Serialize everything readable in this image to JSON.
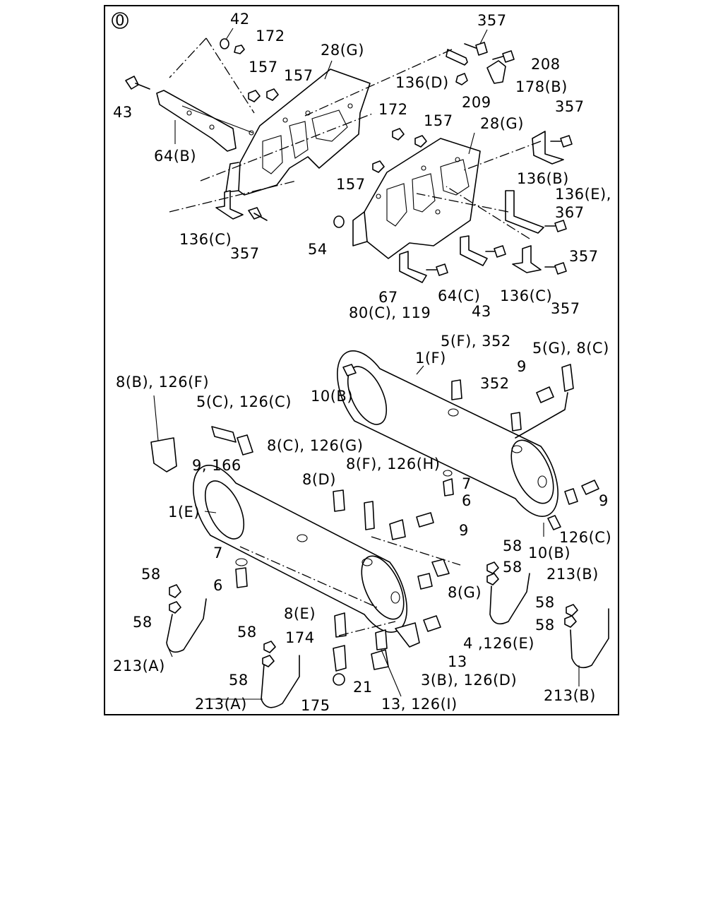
{
  "diagram": {
    "corner_mark": "0",
    "labels": {
      "l42": "42",
      "l172a": "172",
      "l28ga": "28(G)",
      "l157a": "157",
      "l157b": "157",
      "l43a": "43",
      "l64b": "64(B)",
      "l136c_a": "136(C)",
      "l357a": "357",
      "l357b": "357",
      "l208": "208",
      "l136d": "136(D)",
      "l178b": "178(B)",
      "l209": "209",
      "l172b": "172",
      "l157c": "157",
      "l28gb": "28(G)",
      "l357c": "357",
      "l157d": "157",
      "l136b": "136(B)",
      "l136e": "136(E),",
      "l367": "367",
      "l54": "54",
      "l357d": "357",
      "l67": "67",
      "l64c": "64(C)",
      "l136c_b": "136(C)",
      "l80c": "80(C), 119",
      "l43b": "43",
      "l357e": "357",
      "l5f": "5(F), 352",
      "l1f": "1(F)",
      "l5g": "5(G), 8(C)",
      "l9a": "9",
      "l352": "352",
      "l10ba": "10(B)",
      "l8b": "8(B), 126(F)",
      "l5c": "5(C), 126(C)",
      "l8c": "8(C), 126(G)",
      "l8f": "8(F), 126(H)",
      "l9166": "9, 166",
      "l8d": "8(D)",
      "l7a": "7",
      "l6a": "6",
      "l1e": "1(E)",
      "l9b": "9",
      "l9c": "9",
      "l126c": "126(C)",
      "l10bb": "10(B)",
      "l7b": "7",
      "l58a": "58",
      "l58b": "58",
      "l213ba": "213(B)",
      "l6b": "6",
      "l58c": "58",
      "l8g": "8(G)",
      "l8e": "8(E)",
      "l58d": "58",
      "l58e": "58",
      "l58f": "58",
      "l4126": "4 ,126(E)",
      "l174": "174",
      "l13a": "13",
      "l213aa": "213(A)",
      "l58g": "58",
      "l58h": "58",
      "l3b": "3(B), 126(D)",
      "l21": "21",
      "l213ab": "213(A)",
      "l175": "175",
      "l13b": "13, 126(I)",
      "l213bb": "213(B)"
    }
  }
}
